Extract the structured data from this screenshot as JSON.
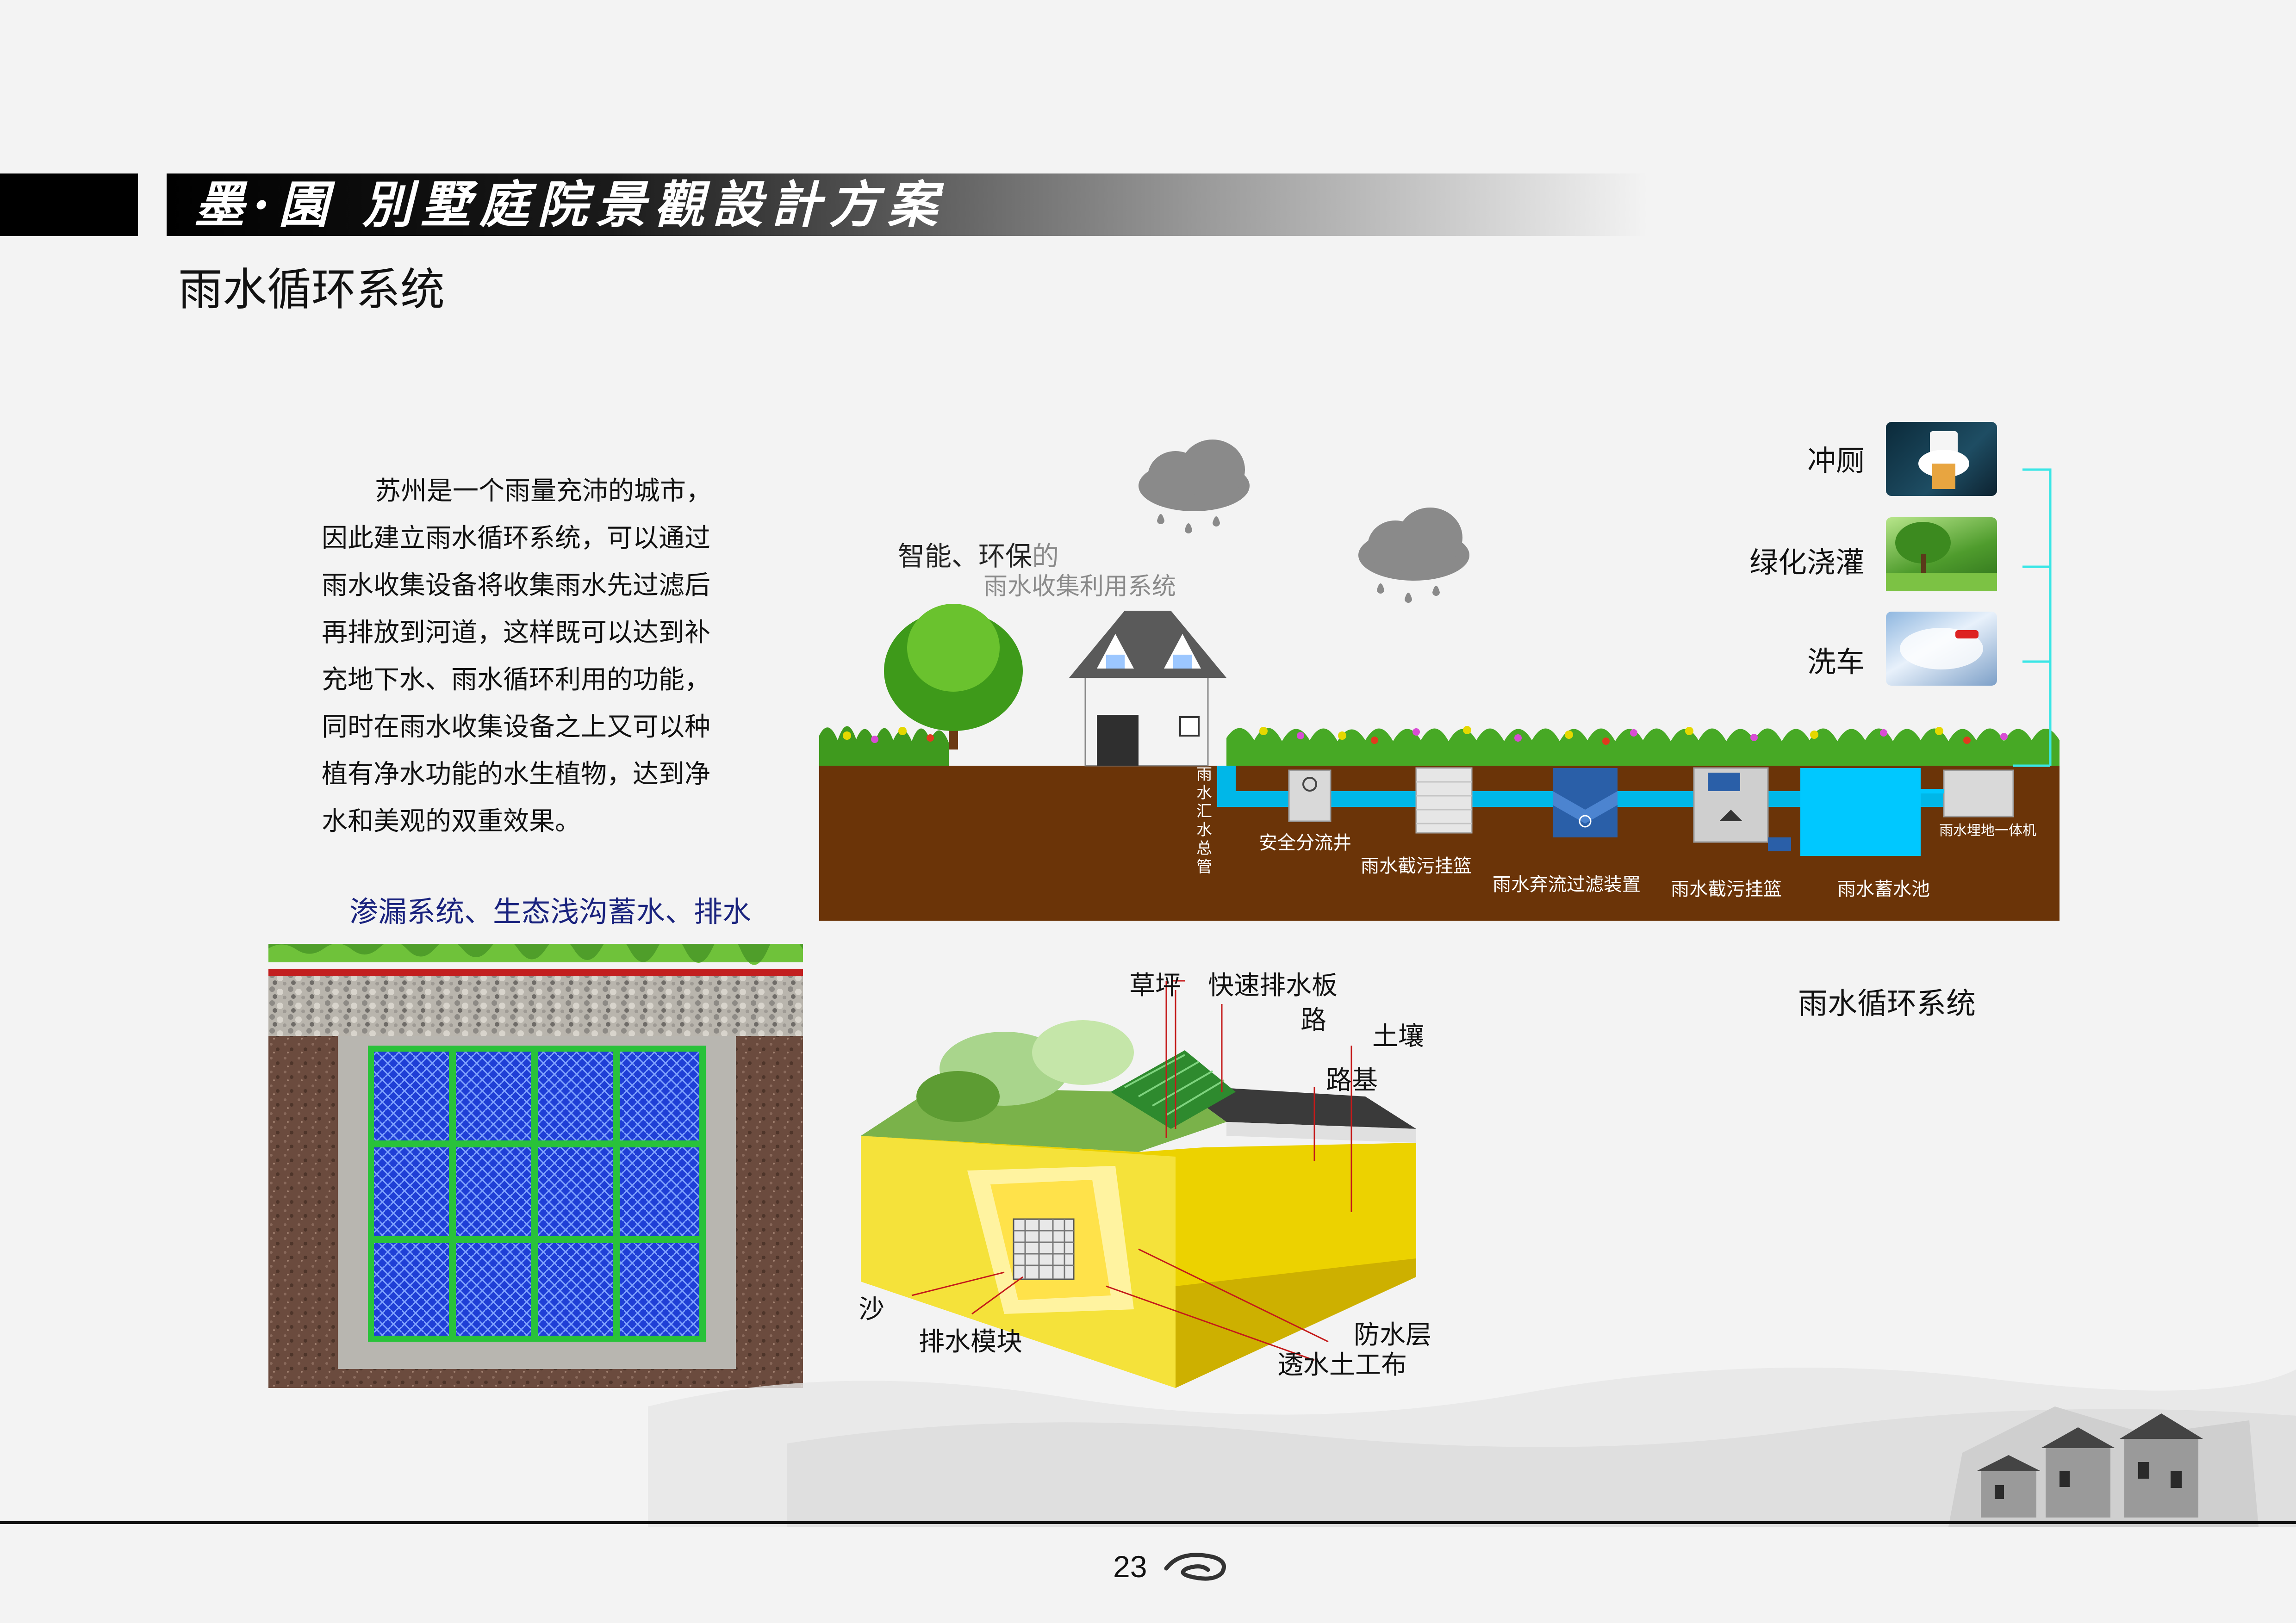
{
  "header": {
    "title": "墨·園 別墅庭院景觀設計方案"
  },
  "page_title": "雨水循环系统",
  "intro": {
    "lines": [
      "苏州是一个雨量充沛的城市，",
      "因此建立雨水循环系统，可以通过",
      "雨水收集设备将收集雨水先过滤后",
      "再排放到河道，这样既可以达到补",
      "充地下水、雨水循环利用的功能，",
      "同时在雨水收集设备之上又可以种",
      "植有净水功能的水生植物，达到净",
      "水和美观的双重效果。"
    ]
  },
  "infiltration_caption": "渗漏系统、生态浅沟蓄水、排水",
  "rain_system": {
    "smart_label_a": "智能、环保",
    "smart_label_b": "的",
    "smart_label_c": "雨水收集利用系统",
    "uses": {
      "toilet": "冲厕",
      "greening": "绿化浇灌",
      "car_wash": "洗车"
    },
    "pipe_label": [
      "雨",
      "水",
      "汇",
      "水",
      "总",
      "管"
    ],
    "components": {
      "safety_well": "安全分流井",
      "basket_1": "雨水截污挂篮",
      "filter": "雨水弃流过滤装置",
      "basket_2": "雨水截污挂篮",
      "tank": "雨水蓄水池",
      "machine": "雨水埋地一体机"
    },
    "caption": "雨水循环系统"
  },
  "drainage": {
    "lawn": "草坪",
    "board": "快速排水板",
    "road": "路",
    "soil": "土壤",
    "subgrade": "路基",
    "sand": "沙",
    "module": "排水模块",
    "waterproof": "防水层",
    "geotextile": "透水土工布"
  },
  "footer": {
    "page_number": "23"
  },
  "colors": {
    "pipe": "#00b7e8",
    "soil": "#6b3408",
    "tank": "#00c8ff",
    "grid_blue": "#1f3fd6",
    "grid_green": "#29c23a",
    "caption_blue": "#1a237e"
  }
}
